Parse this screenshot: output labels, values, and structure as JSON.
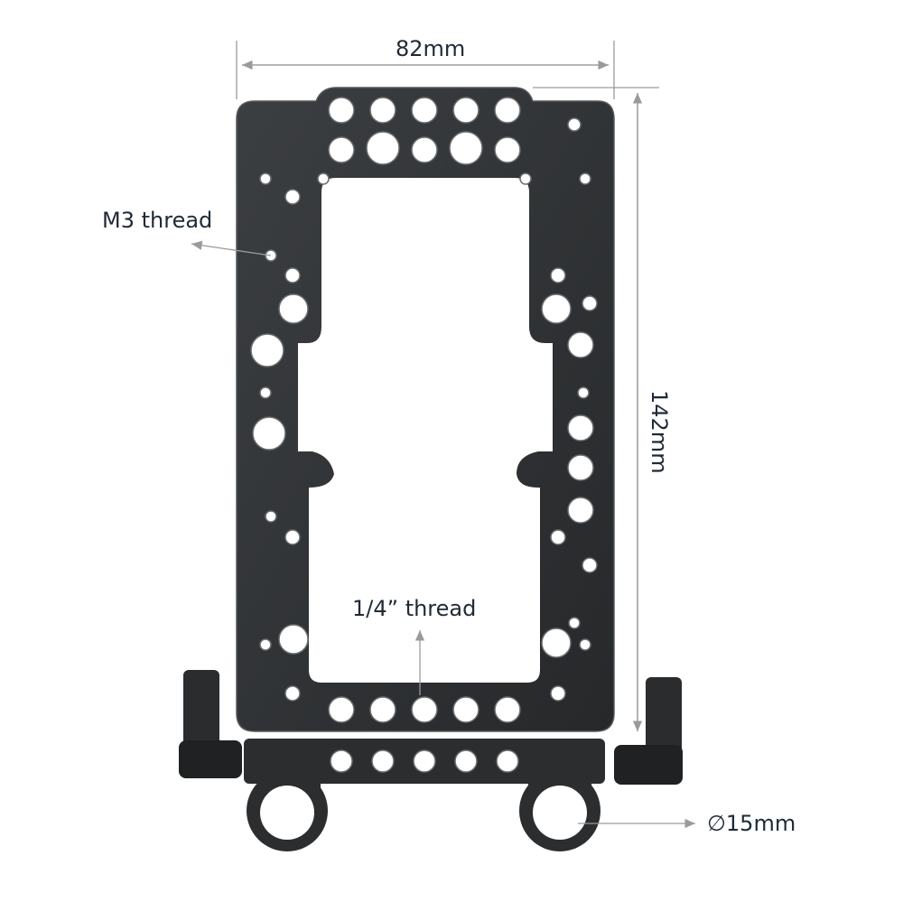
{
  "dimensions": {
    "width_label": "82mm",
    "height_label": "142mm",
    "rod_diameter_label": "∅15mm"
  },
  "callouts": {
    "m3_thread": "M3 thread",
    "quarter_inch_thread": "1/4” thread"
  },
  "colors": {
    "plate": "#2f3133",
    "plate_edge": "#4a4d50",
    "dimension_line": "#9a9a9a",
    "text": "#1f2a36"
  }
}
